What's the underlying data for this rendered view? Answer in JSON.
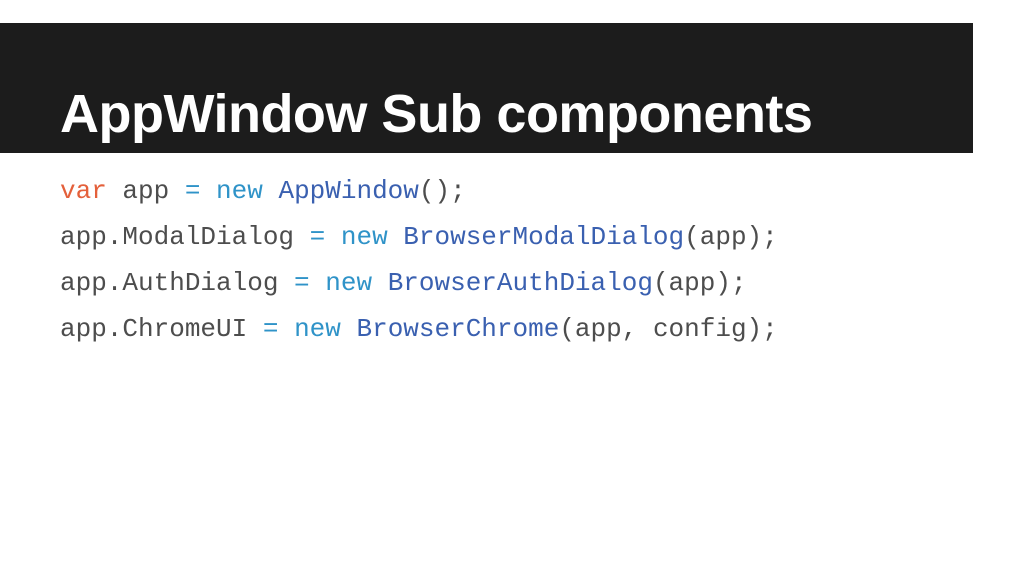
{
  "slide": {
    "background_color": "#ffffff",
    "title_bar": {
      "background_color": "#1c1c1c",
      "text_color": "#ffffff",
      "title": "AppWindow Sub components"
    }
  },
  "code": {
    "colors": {
      "keyword": "#e4603b",
      "operator": "#2f93c8",
      "classname": "#3a60b0",
      "plain": "#4d4d4d"
    },
    "lines": [
      {
        "tokens": [
          {
            "type": "keyword",
            "text": "var"
          },
          {
            "type": "plain",
            "text": " app "
          },
          {
            "type": "operator",
            "text": "="
          },
          {
            "type": "plain",
            "text": " "
          },
          {
            "type": "operator",
            "text": "new"
          },
          {
            "type": "plain",
            "text": " "
          },
          {
            "type": "classname",
            "text": "AppWindow"
          },
          {
            "type": "plain",
            "text": "();"
          }
        ]
      },
      {
        "tokens": [
          {
            "type": "plain",
            "text": "app.ModalDialog "
          },
          {
            "type": "operator",
            "text": "="
          },
          {
            "type": "plain",
            "text": " "
          },
          {
            "type": "operator",
            "text": "new"
          },
          {
            "type": "plain",
            "text": " "
          },
          {
            "type": "classname",
            "text": "BrowserModalDialog"
          },
          {
            "type": "plain",
            "text": "(app);"
          }
        ]
      },
      {
        "tokens": [
          {
            "type": "plain",
            "text": "app.AuthDialog "
          },
          {
            "type": "operator",
            "text": "="
          },
          {
            "type": "plain",
            "text": " "
          },
          {
            "type": "operator",
            "text": "new"
          },
          {
            "type": "plain",
            "text": " "
          },
          {
            "type": "classname",
            "text": "BrowserAuthDialog"
          },
          {
            "type": "plain",
            "text": "(app);"
          }
        ]
      },
      {
        "tokens": [
          {
            "type": "plain",
            "text": "app.ChromeUI "
          },
          {
            "type": "operator",
            "text": "="
          },
          {
            "type": "plain",
            "text": " "
          },
          {
            "type": "operator",
            "text": "new"
          },
          {
            "type": "plain",
            "text": " "
          },
          {
            "type": "classname",
            "text": "BrowserChrome"
          },
          {
            "type": "plain",
            "text": "(app, config);"
          }
        ]
      }
    ]
  }
}
